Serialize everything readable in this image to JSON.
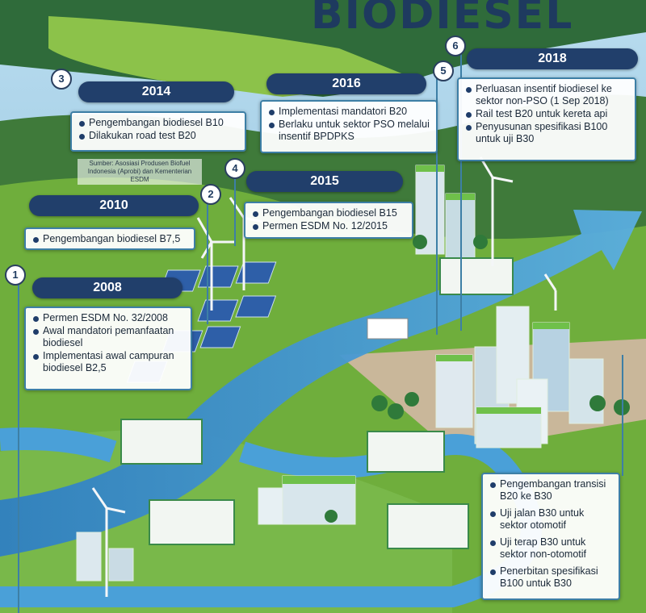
{
  "title": "BIODIESEL",
  "milestones": [
    {
      "marker": "1",
      "year": "2008",
      "items": [
        "Permen ESDM No. 32/2008",
        "Awal mandatori pemanfaatan biodiesel",
        "Implementasi awal campuran biodiesel B2,5"
      ]
    },
    {
      "marker": "2",
      "year": "2010",
      "items": [
        "Pengembangan biodiesel B7,5"
      ]
    },
    {
      "marker": "3",
      "year": "2014",
      "items": [
        "Pengembangan biodiesel B10",
        "Dilakukan road test B20"
      ]
    },
    {
      "marker": "4",
      "year": "2015",
      "items": [
        "Pengembangan biodiesel B15",
        "Permen ESDM No. 12/2015"
      ]
    },
    {
      "marker": "5",
      "year": "2016",
      "items": [
        "Implementasi mandatori B20",
        "Berlaku untuk sektor PSO melalui insentif BPDPKS"
      ]
    },
    {
      "marker": "6",
      "year": "2018",
      "items": [
        "Perluasan insentif biodiesel ke sektor non-PSO (1 Sep 2018)",
        "Rail test B20 untuk kereta api",
        "Penyusunan spesifikasi B100 untuk uji B30"
      ]
    },
    {
      "marker": "",
      "year": "",
      "items": [
        "Pengembangan transisi B20 ke B30",
        "Uji jalan B30 untuk sektor otomotif",
        "Uji terap B30 untuk sektor non-otomotif",
        "Penerbitan spesifikasi B100 untuk B30"
      ]
    }
  ],
  "source_note": "Sumber: Asosiasi Produsen Biofuel Indonesia (Aprobi) dan Kementerian ESDM",
  "colors": {
    "year_pill": "#213f6b",
    "card_border": "#3d7fa6",
    "road": "#3a86c8",
    "grass": "#6fae3c",
    "sky": "#8fc6e0"
  }
}
